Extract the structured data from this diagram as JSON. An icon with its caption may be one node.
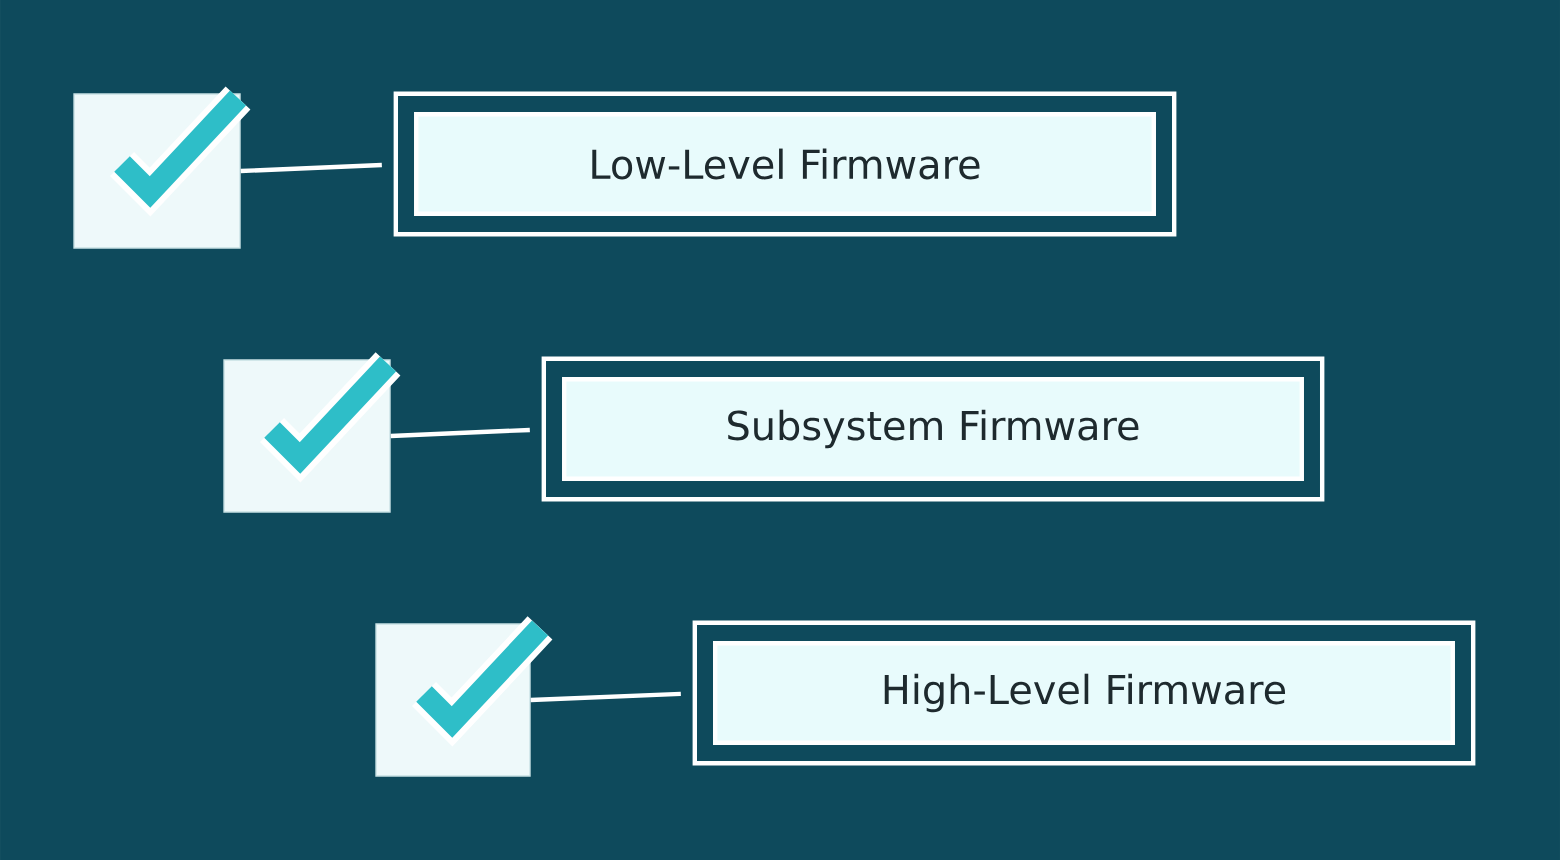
{
  "diagram": {
    "nodes": [
      {
        "text": [],
        "shape": "box"
      },
      {
        "text": [
          "Low-Level Firmware"
        ]
      },
      {
        "text": [],
        "shape": "box"
      },
      {
        "text": [
          "Subsystem Firmware"
        ]
      },
      {
        "text": [],
        "shape": "box"
      },
      {
        "text": [
          "High-Level Firmware"
        ]
      }
    ],
    "edges": [
      {
        "from": 0,
        "to": 1,
        "arrow": "none"
      },
      {
        "from": 2,
        "to": 3,
        "arrow": "none"
      },
      {
        "from": 4,
        "to": 5,
        "arrow": "none"
      }
    ]
  }
}
